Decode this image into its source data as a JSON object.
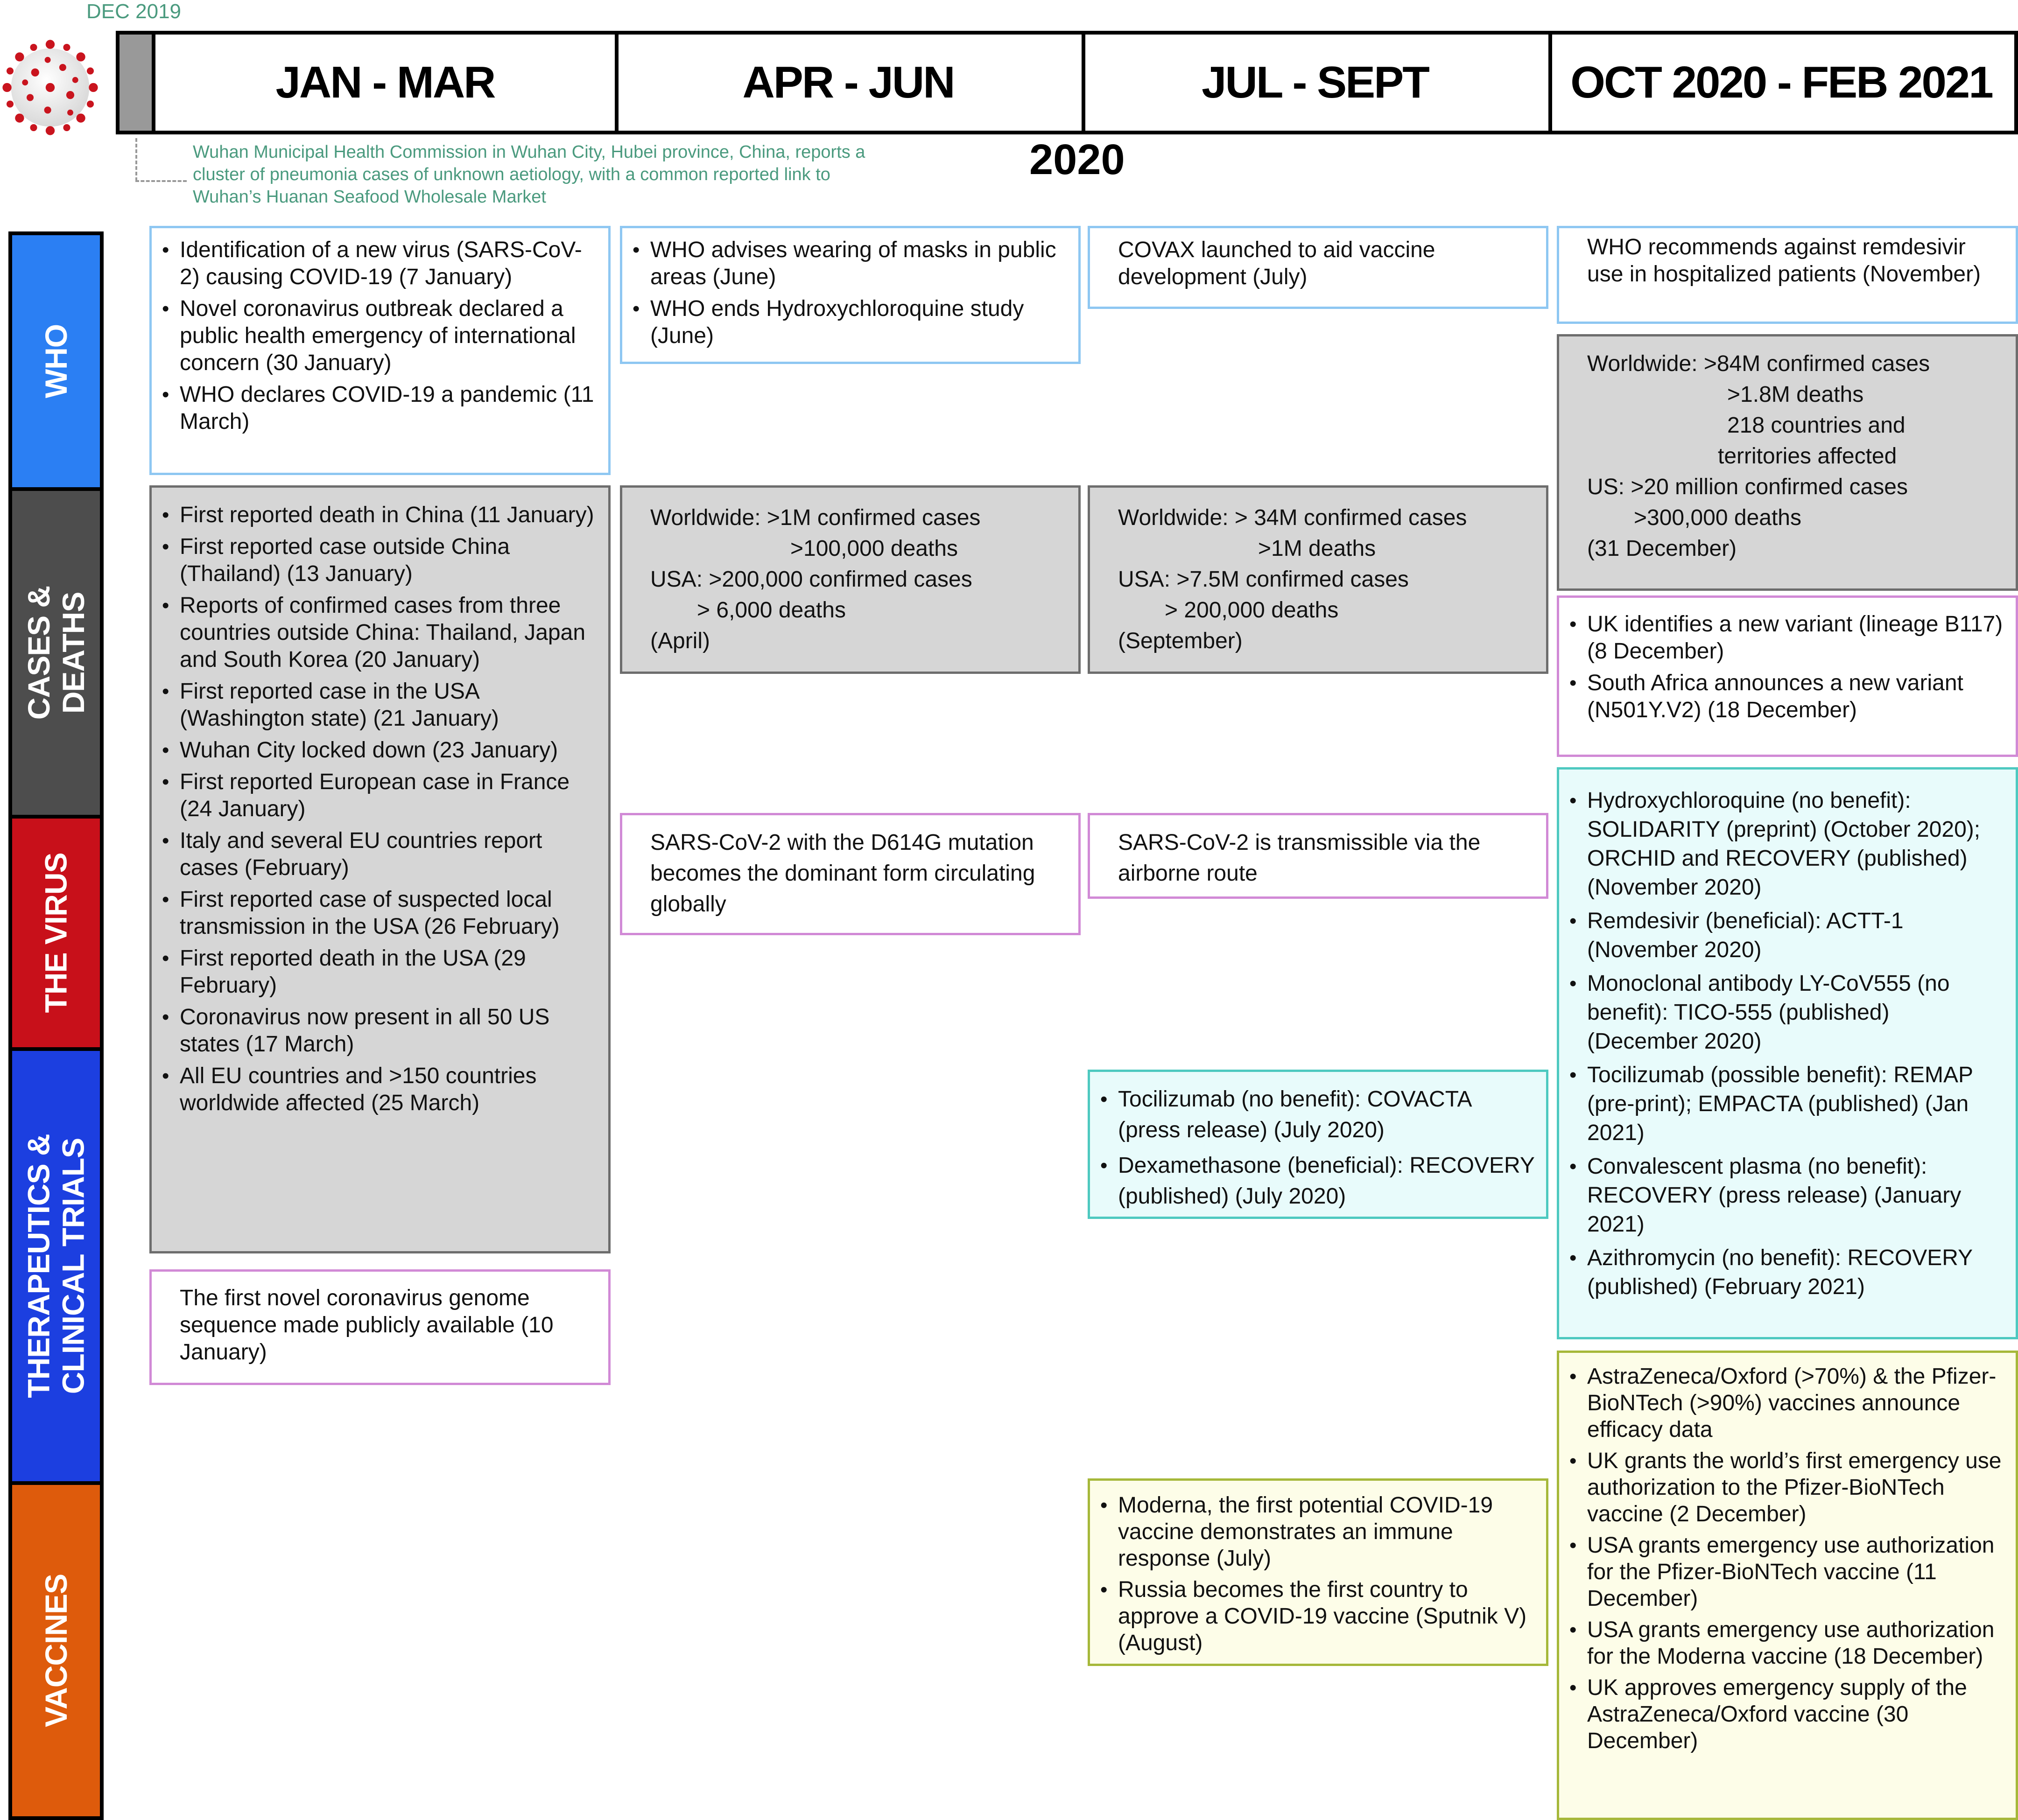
{
  "header": {
    "dec_label": "DEC 2019",
    "dec_note": "Wuhan Municipal Health Commission in Wuhan City, Hubei province, China, reports a cluster of pneumonia cases of unknown aetiology, with a common reported link to Wuhan’s Huanan Seafood Wholesale Market",
    "year": "2020",
    "periods": [
      "JAN - MAR",
      "APR - JUN",
      "JUL - SEPT",
      "OCT 2020 - FEB 2021"
    ]
  },
  "categories": {
    "who": "WHO",
    "cases_1": "CASES &",
    "cases_2": "DEATHS",
    "virus": "THE VIRUS",
    "thera_1": "THERAPEUTICS &",
    "thera_2": "CLINICAL TRIALS",
    "vaccines": "VACCINES"
  },
  "boxes": {
    "who_q1": [
      "Identification of a new virus (SARS-CoV-2) causing COVID-19 (7 January)",
      "Novel coronavirus outbreak declared a public health emergency of international concern (30 January)",
      "WHO declares COVID-19 a pandemic (11 March)"
    ],
    "who_q2": [
      "WHO advises wearing of masks in public areas (June)",
      "WHO ends Hydroxychloroquine study (June)"
    ],
    "who_q3": "COVAX launched to aid vaccine development (July)",
    "who_q4": "WHO recommends against remdesivir use in hospitalized patients (November)",
    "cases_q4": [
      "Worldwide: >84M confirmed cases",
      ">1.8M deaths",
      "218 countries and",
      "territories affected",
      "US: >20 million confirmed cases",
      ">300,000 deaths",
      "(31 December)"
    ],
    "cases_q1": [
      "First reported death in China (11 January)",
      "First reported case outside China (Thailand) (13 January)",
      "Reports of confirmed cases from three countries outside China: Thailand, Japan and South Korea (20 January)",
      "First reported case in the USA (Washington state) (21 January)",
      "Wuhan City locked down (23 January)",
      "First reported European case in France (24 January)",
      "Italy and several EU countries report cases (February)",
      "First reported case of suspected local transmission in the USA (26 February)",
      "First reported death in the USA (29 February)",
      "Coronavirus now present in all 50 US states (17 March)",
      "All EU countries and >150 countries worldwide affected (25 March)"
    ],
    "cases_q2": [
      "Worldwide: >1M confirmed cases",
      ">100,000 deaths",
      "USA: >200,000 confirmed cases",
      "> 6,000 deaths",
      "(April)"
    ],
    "cases_q3": [
      "Worldwide: > 34M confirmed cases",
      ">1M deaths",
      "USA: >7.5M confirmed cases",
      "> 200,000 deaths",
      "(September)"
    ],
    "virus_q4": [
      "UK identifies a new variant (lineage B117) (8 December)",
      "South Africa announces a new variant (N501Y.V2) (18 December)"
    ],
    "virus_q2": "SARS-CoV-2 with the D614G mutation becomes the dominant form circulating globally",
    "virus_q3": "SARS-CoV-2 is transmissible via the airborne route",
    "virus_q1": "The first novel coronavirus genome sequence made publicly available (10 January)",
    "thera_q4": [
      "Hydroxychloroquine (no benefit): SOLIDARITY (preprint) (October 2020); ORCHID and RECOVERY (published) (November 2020)",
      "Remdesivir (beneficial): ACTT-1 (November 2020)",
      "Monoclonal antibody LY-CoV555 (no benefit): TICO-555 (published) (December 2020)",
      "Tocilizumab (possible benefit): REMAP (pre-print); EMPACTA (published) (Jan 2021)",
      "Convalescent plasma (no benefit): RECOVERY (press release) (January 2021)",
      "Azithromycin (no benefit): RECOVERY (published) (February 2021)"
    ],
    "thera_q3": [
      "Tocilizumab (no benefit): COVACTA (press release) (July 2020)",
      "Dexamethasone (beneficial): RECOVERY (published) (July 2020)"
    ],
    "vacc_q4": [
      "AstraZeneca/Oxford (>70%) & the Pfizer-BioNTech (>90%) vaccines announce efficacy data",
      "UK grants the world’s first emergency use authorization to the Pfizer-BioNTech vaccine (2 December)",
      "USA grants emergency use authorization for the Pfizer-BioNTech vaccine (11 December)",
      "USA grants emergency use authorization for the Moderna vaccine (18 December)",
      "UK approves emergency supply of the AstraZeneca/Oxford vaccine (30 December)"
    ],
    "vacc_q3": [
      "Moderna, the first potential COVID-19 vaccine demonstrates an immune response (July)",
      "Russia becomes the first country to approve a COVID-19 vaccine (Sputnik V)  (August)"
    ]
  },
  "colors": {
    "who": "#2b7ff3",
    "cases": "#4d4d4d",
    "virus": "#c8101a",
    "therapeutics": "#1c3fe0",
    "vaccines": "#de5b0c",
    "dec_note": "#4a9a7e"
  },
  "icons": {
    "virus": "coronavirus-icon"
  }
}
